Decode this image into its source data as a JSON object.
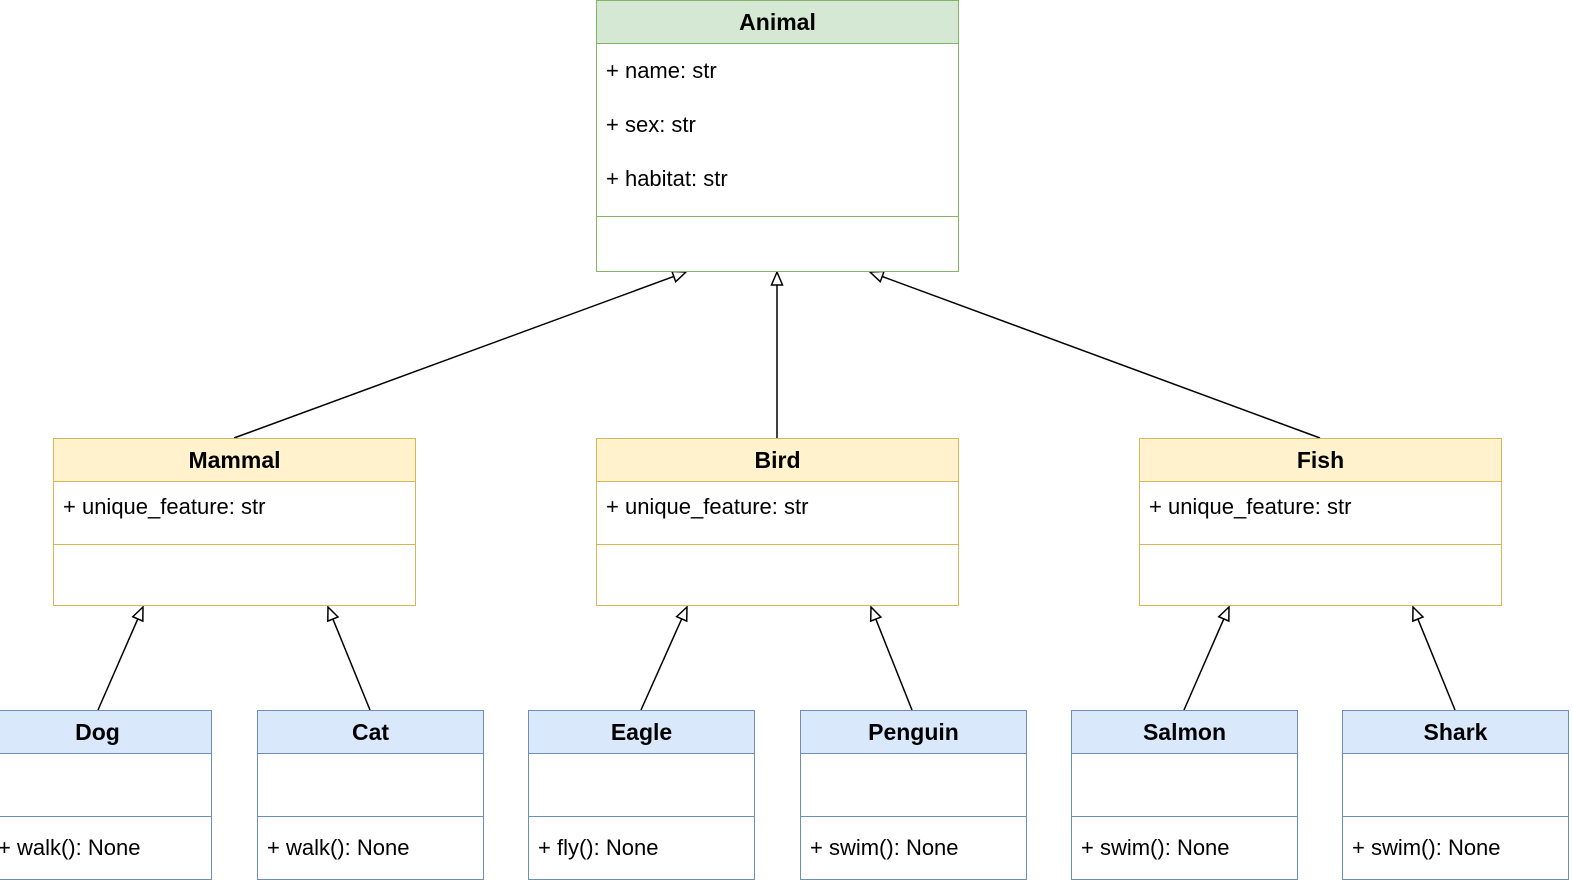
{
  "colors": {
    "root_fill": "#d5e8d4",
    "root_stroke": "#82b366",
    "mid_fill": "#fff2cc",
    "mid_stroke": "#d6b656",
    "leaf_fill": "#dae8fc",
    "leaf_stroke": "#6c8ebf",
    "edge": "#000000"
  },
  "classes": {
    "animal": {
      "name": "Animal",
      "attributes": [
        "+ name: str",
        "+ sex: str",
        "+ habitat: str"
      ],
      "methods": []
    },
    "mammal": {
      "name": "Mammal",
      "attributes": [
        "+ unique_feature: str"
      ],
      "methods": []
    },
    "bird": {
      "name": "Bird",
      "attributes": [
        "+ unique_feature: str"
      ],
      "methods": []
    },
    "fish": {
      "name": "Fish",
      "attributes": [
        "+ unique_feature: str"
      ],
      "methods": []
    },
    "dog": {
      "name": "Dog",
      "attributes": [],
      "methods": [
        "+ walk(): None"
      ]
    },
    "cat": {
      "name": "Cat",
      "attributes": [],
      "methods": [
        "+ walk(): None"
      ]
    },
    "eagle": {
      "name": "Eagle",
      "attributes": [],
      "methods": [
        "+ fly(): None"
      ]
    },
    "penguin": {
      "name": "Penguin",
      "attributes": [],
      "methods": [
        "+ swim(): None"
      ]
    },
    "salmon": {
      "name": "Salmon",
      "attributes": [],
      "methods": [
        "+ swim(): None"
      ]
    },
    "shark": {
      "name": "Shark",
      "attributes": [],
      "methods": [
        "+ swim(): None"
      ]
    }
  },
  "inheritance": [
    {
      "child": "mammal",
      "parent": "animal"
    },
    {
      "child": "bird",
      "parent": "animal"
    },
    {
      "child": "fish",
      "parent": "animal"
    },
    {
      "child": "dog",
      "parent": "mammal"
    },
    {
      "child": "cat",
      "parent": "mammal"
    },
    {
      "child": "eagle",
      "parent": "bird"
    },
    {
      "child": "penguin",
      "parent": "bird"
    },
    {
      "child": "salmon",
      "parent": "fish"
    },
    {
      "child": "shark",
      "parent": "fish"
    }
  ]
}
